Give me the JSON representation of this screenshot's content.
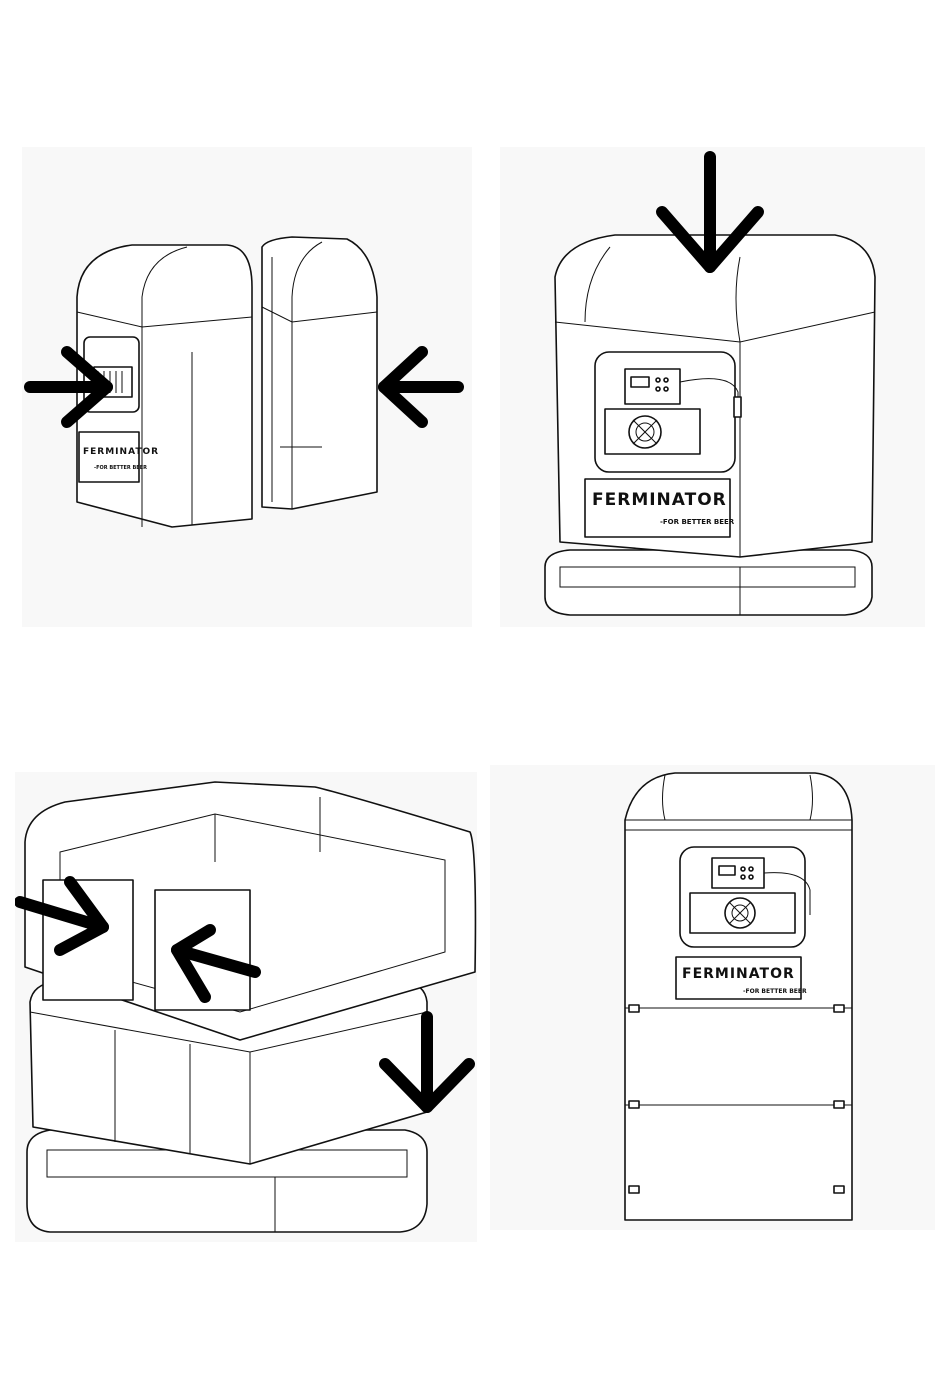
{
  "brand": {
    "logo_text": "FERMINATOR",
    "tagline": "-FOR BETTER BEER"
  },
  "steps": [
    {
      "id": "step-1",
      "action": "press-sides-together",
      "arrows": [
        "right",
        "left"
      ]
    },
    {
      "id": "step-2",
      "action": "press-top-down",
      "arrows": [
        "down"
      ]
    },
    {
      "id": "step-3",
      "action": "insert-panels-and-lower-ring",
      "arrows": [
        "right",
        "left",
        "down"
      ]
    },
    {
      "id": "step-4",
      "action": "assembled-result",
      "arrows": []
    }
  ],
  "transition_icon": "arrow-right-circle-icon",
  "colors": {
    "line": "#111111",
    "panel_bg": "#f8f8f8",
    "fill": "#ffffff"
  }
}
